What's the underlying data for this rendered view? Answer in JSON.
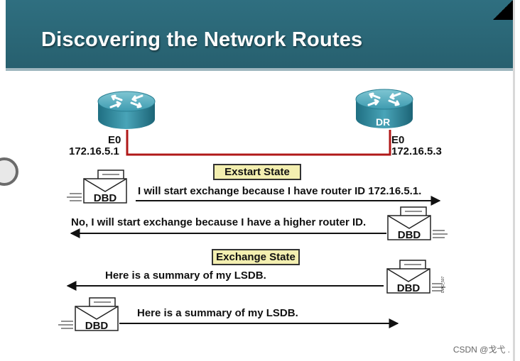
{
  "title": "Discovering the Network Routes",
  "routers": {
    "left": {
      "interface": "E0",
      "ip": "172.16.5.1"
    },
    "right": {
      "label": "DR",
      "interface": "E0",
      "ip": "172.16.5.3"
    }
  },
  "states": {
    "exstart": "Exstart State",
    "exchange": "Exchange State"
  },
  "messages": [
    "I will start exchange because I have router ID 172.16.5.1.",
    "No, I will start exchange because I have a higher router ID.",
    "Here is a summary of my LSDB.",
    "Here is a summary of my LSDB."
  ],
  "packet_label": "DBD",
  "figure_code": "DIAG_507",
  "watermark": "CSDN @戈弋 ."
}
